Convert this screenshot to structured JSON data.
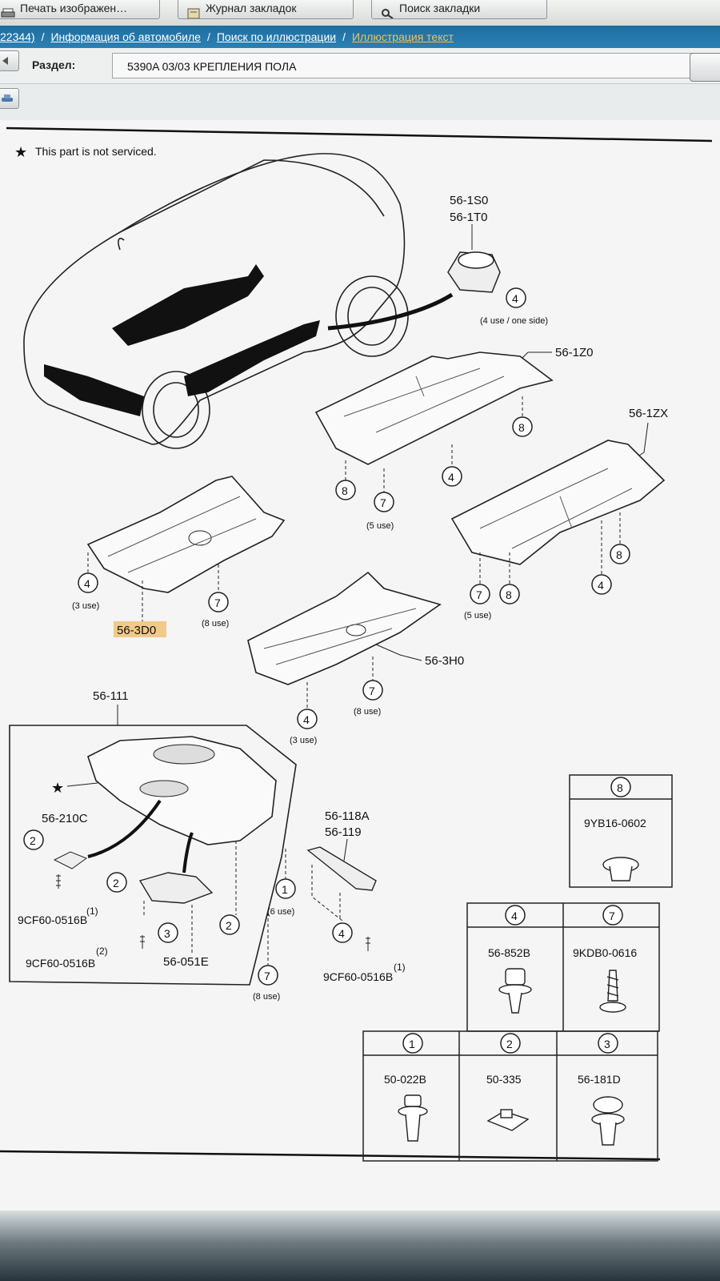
{
  "toolbar": {
    "print_label": "Печать изображен…",
    "journal_label": "Журнал закладок",
    "search_label": "Поиск закладки"
  },
  "breadcrumb": {
    "part1": "22344)",
    "sep": "/",
    "item_vehicle_info": "Информация об автомобиле",
    "item_search": "Поиск по иллюстрации",
    "item_current": "Иллюстрация текст"
  },
  "section": {
    "label": "Раздел:",
    "value": "5390A 03/03 КРЕПЛЕНИЯ ПОЛА"
  },
  "diagram": {
    "note_star": "★",
    "note_text": "This part is not serviced.",
    "parts": {
      "p56_1S0": "56-1S0",
      "p56_1T0": "56-1T0",
      "p56_1Z0": "56-1Z0",
      "p56_1ZX": "56-1ZX",
      "p56_3D0": "56-3D0",
      "p56_3H0": "56-3H0",
      "p56_111": "56-111",
      "p56_210C": "56-210C",
      "p56_118A": "56-118A",
      "p56_119": "56-119",
      "p56_051E": "56-051E",
      "p9CF60_a": "9CF60-0516B",
      "p9CF60_b": "9CF60-0516B",
      "p9CF60_c": "9CF60-0516B"
    },
    "qty": {
      "one_side": "(4 use / one side)",
      "use5_a": "(5 use)",
      "use5_b": "(5 use)",
      "use3_a": "(3 use)",
      "use8_a": "(8 use)",
      "use8_b": "(8 use)",
      "use3_b": "(3 use)",
      "use6": "(6 use)",
      "use8_c": "(8 use)",
      "q1_a": "(1)",
      "q2": "(2)",
      "q1_b": "(1)"
    },
    "callouts": {
      "c4": "4",
      "c7": "7",
      "c8": "8",
      "c1": "1",
      "c2": "2",
      "c3": "3"
    },
    "fastener_table": [
      {
        "ref": "8",
        "part": "9YB16-0602"
      },
      {
        "ref": "4",
        "part": "56-852B"
      },
      {
        "ref": "7",
        "part": "9KDB0-0616"
      },
      {
        "ref": "1",
        "part": "50-022B"
      },
      {
        "ref": "2",
        "part": "50-335"
      },
      {
        "ref": "3",
        "part": "56-181D"
      }
    ]
  }
}
